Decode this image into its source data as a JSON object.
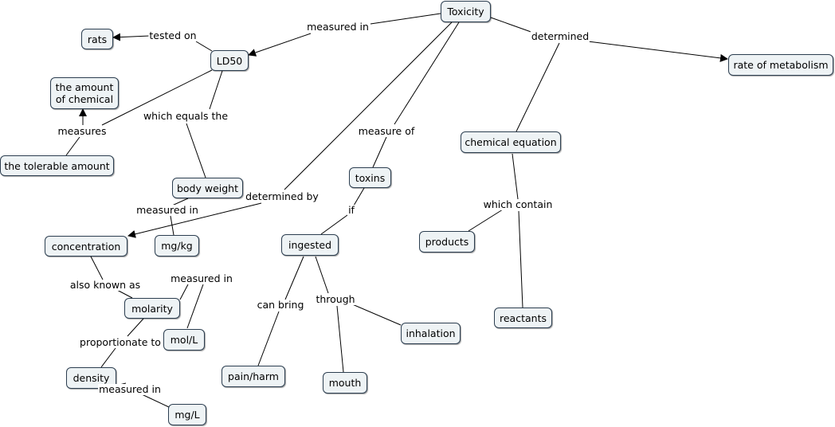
{
  "nodes": {
    "toxicity": "Toxicity",
    "rats": "rats",
    "ld50": "LD50",
    "amount_chemical": "the amount\nof chemical",
    "tolerable_amount": "the tolerable amount",
    "body_weight": "body weight",
    "concentration": "concentration",
    "mgkg": "mg/kg",
    "molarity": "molarity",
    "moll": "mol/L",
    "density": "density",
    "mgl": "mg/L",
    "toxins": "toxins",
    "ingested": "ingested",
    "pain": "pain/harm",
    "mouth": "mouth",
    "inhalation": "inhalation",
    "chem_eq": "chemical equation",
    "products": "products",
    "reactants": "reactants",
    "rate_metabolism": "rate of metabolism"
  },
  "labels": {
    "measured_in_1": "measured in",
    "determined": "determined",
    "tested_on": "tested on",
    "measures": "measures",
    "which_equals": "which equals the",
    "measure_of": "measure of",
    "determined_by": "determined by",
    "measured_in_2": "measured in",
    "if": "if",
    "which_contain": "which contain",
    "also_known": "also known as",
    "measured_in_3": "measured in",
    "can_bring": "can bring",
    "through": "through",
    "proportionate": "proportionate to",
    "measured_in_4": "measured in"
  }
}
